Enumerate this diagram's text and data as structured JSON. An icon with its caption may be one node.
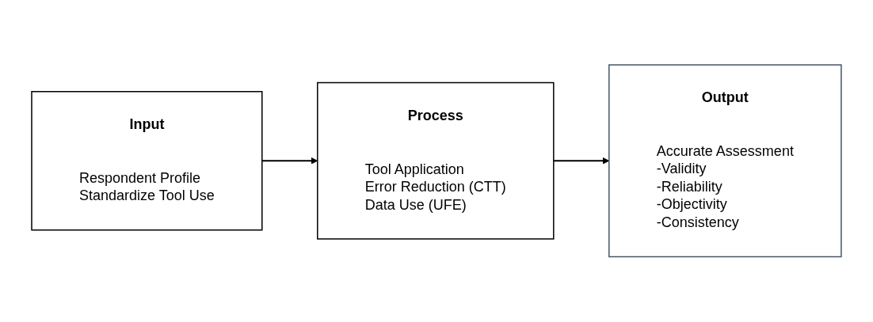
{
  "diagram": {
    "nodes": [
      {
        "text": [
          "Input",
          "Respondent Profile",
          "Standardize Tool Use"
        ]
      },
      {
        "text": [
          "Process",
          "Tool Application",
          "Error Reduction (CTT)",
          "Data Use (UFE)"
        ]
      },
      {
        "text": [
          "Output",
          "Accurate Assessment",
          "-Validity",
          "-Reliability",
          "-Objectivity",
          "-Consistency"
        ]
      }
    ],
    "edges": [
      {
        "from": 0,
        "to": 1,
        "arrow": "to"
      },
      {
        "from": 1,
        "to": 2,
        "arrow": "to"
      }
    ]
  }
}
